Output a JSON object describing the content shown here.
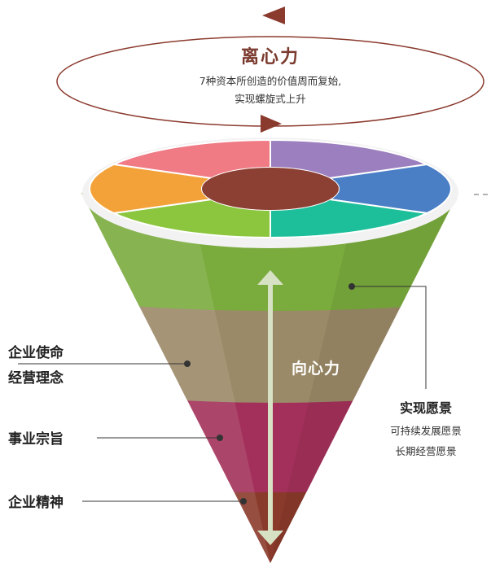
{
  "centrifugal": {
    "title": "离心力",
    "line1": "7种资本所创造的价值周而复始,",
    "line2": "实现螺旋式上升",
    "title_color": "#7b3a2e",
    "text_color": "#333333",
    "arrow_color": "#8b3a2e"
  },
  "centripetal": {
    "label": "向心力",
    "color": "#ffffff"
  },
  "left_labels": {
    "mission_line1": "企业使命",
    "mission_line2": "经营理念",
    "purpose": "事业宗旨",
    "spirit": "企业精神"
  },
  "right_label": {
    "title": "实现愿景",
    "line1": "可持续发展愿景",
    "line2": "长期经营愿景"
  },
  "colors": {
    "top_segments": [
      "#f07b85",
      "#9b7fbf",
      "#4a7fc6",
      "#1dbf9a",
      "#8cc63f",
      "#f3a23a"
    ],
    "center": "#8c3f33",
    "rim": "#f2f2f2",
    "band_green": "#7aab3d",
    "band_tan": "#9b8a67",
    "band_magenta": "#a3305a",
    "band_brown": "#8a3a2b",
    "shaft": "#d7e2c4",
    "leader": "#333333"
  }
}
